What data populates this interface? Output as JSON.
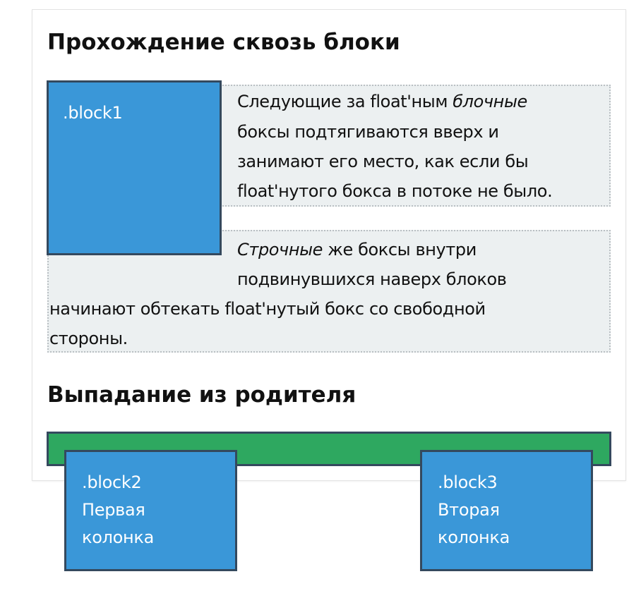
{
  "section1": {
    "title": "Прохождение сквозь блоки",
    "block1_label": ".block1",
    "para1": {
      "line1_pre": "Следующие за float'ным ",
      "line1_em": "блочные",
      "line2": "боксы подтягиваются вверх и",
      "line3": "занимают его место, как если бы",
      "line4": "float'нутого бокса в потоке не было."
    },
    "para2": {
      "line1_em": "Строчные",
      "line1_post": " же боксы внутри",
      "line2": "подвинувшихся наверх блоков",
      "line3": "начинают обтекать float'нутый бокс со свободной",
      "line4": "стороны."
    }
  },
  "section2": {
    "title": "Выпадание из родителя",
    "block2": {
      "label": ".block2",
      "line2": "Первая",
      "line3": "колонка"
    },
    "block3": {
      "label": ".block3",
      "line2": "Вторая",
      "line3": "колонка"
    }
  },
  "colors": {
    "float_block": "#3a97d8",
    "parent_bar": "#2ea860",
    "border": "#34495e",
    "text_box_bg": "#ecf0f1"
  }
}
